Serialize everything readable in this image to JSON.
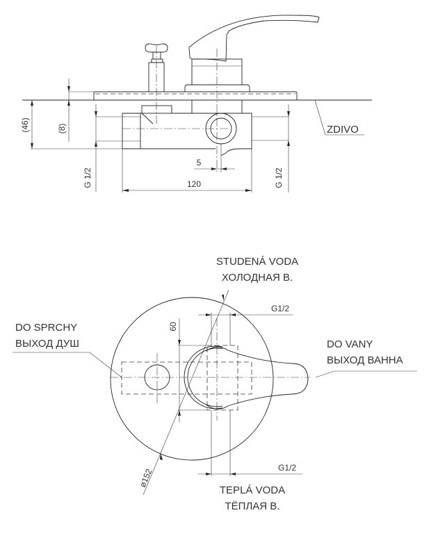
{
  "side_view": {
    "dim_46": "(46)",
    "dim_8": "(8)",
    "dim_g_left": "G 1/2",
    "dim_g_right": "G 1/2",
    "dim_120": "120",
    "dim_5": "5",
    "wall_label": "ZDIVO"
  },
  "front_view": {
    "cold_label_cz": "STUDENÁ VODA",
    "cold_label_ru": "ХОЛОДНАЯ В.",
    "hot_label_cz": "TEPLÁ VODA",
    "hot_label_ru": "ТЁПЛАЯ В.",
    "shower_label_cz": "DO SPRCHY",
    "shower_label_ru": "ВЫХОД ДУШ",
    "bath_label_cz": "DO VANY",
    "bath_label_ru": "ВЫХОД ВАННА",
    "dim_g_top": "G1/2",
    "dim_g_bottom": "G1/2",
    "dim_60": "60",
    "dim_diameter": "ø152"
  }
}
